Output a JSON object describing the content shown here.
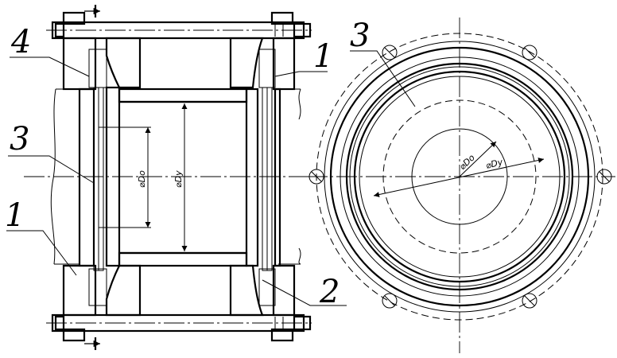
{
  "callouts": {
    "ring_left": "4",
    "flange_top_right": "1",
    "ring_mid_left": "3",
    "flange_bottom_left": "1",
    "gasket_bottom_right": "2",
    "ring_end_view": "3"
  },
  "dimensions": {
    "inner_diameter_section": "⌀Do",
    "outer_diameter_section": "⌀Dy",
    "inner_diameter_end": "⌀Do",
    "outer_diameter_end": "⌀Dy"
  }
}
